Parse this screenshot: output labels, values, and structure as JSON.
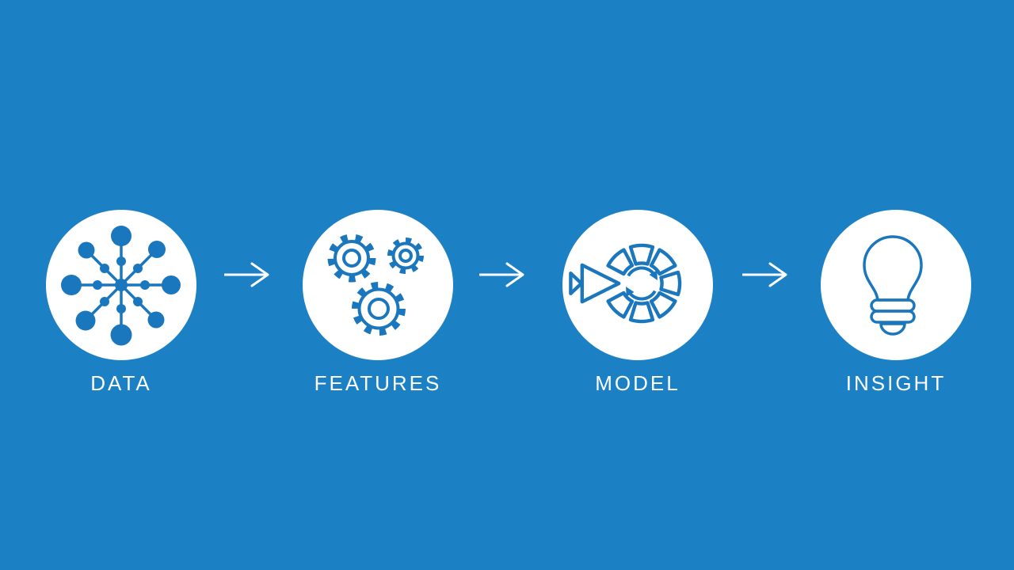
{
  "diagram": {
    "type": "process-flow",
    "background_color": "#1B80C4",
    "icon_color": "#1B77BD",
    "node_fill_color": "#FFFFFF",
    "label_color": "#FFFFFF",
    "connector_color": "#FFFFFF",
    "steps": [
      {
        "label": "DATA",
        "icon": "data-network-icon"
      },
      {
        "label": "FEATURES",
        "icon": "gears-icon"
      },
      {
        "label": "MODEL",
        "icon": "model-cycle-icon"
      },
      {
        "label": "INSIGHT",
        "icon": "lightbulb-icon"
      }
    ],
    "connectors": [
      {
        "icon": "arrow-right-icon"
      },
      {
        "icon": "arrow-right-icon"
      },
      {
        "icon": "arrow-right-icon"
      }
    ]
  }
}
